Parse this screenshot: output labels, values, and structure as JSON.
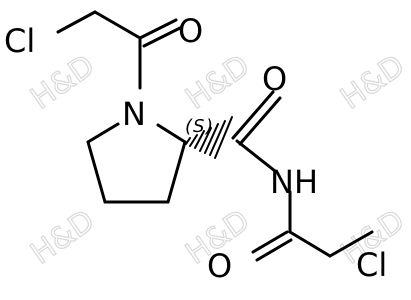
{
  "molecule": {
    "atom_labels": {
      "cl_top": "Cl",
      "o_top": "O",
      "n_ring": "N",
      "o_amide": "O",
      "nh": "NH",
      "o_bottom": "O",
      "cl_bottom": "Cl"
    },
    "stereo": {
      "open": "(",
      "label": "S",
      "close": ")"
    }
  },
  "watermark": {
    "text": "H&D"
  },
  "colors": {
    "bond": "#000000",
    "watermark": "#d9d9d9"
  }
}
